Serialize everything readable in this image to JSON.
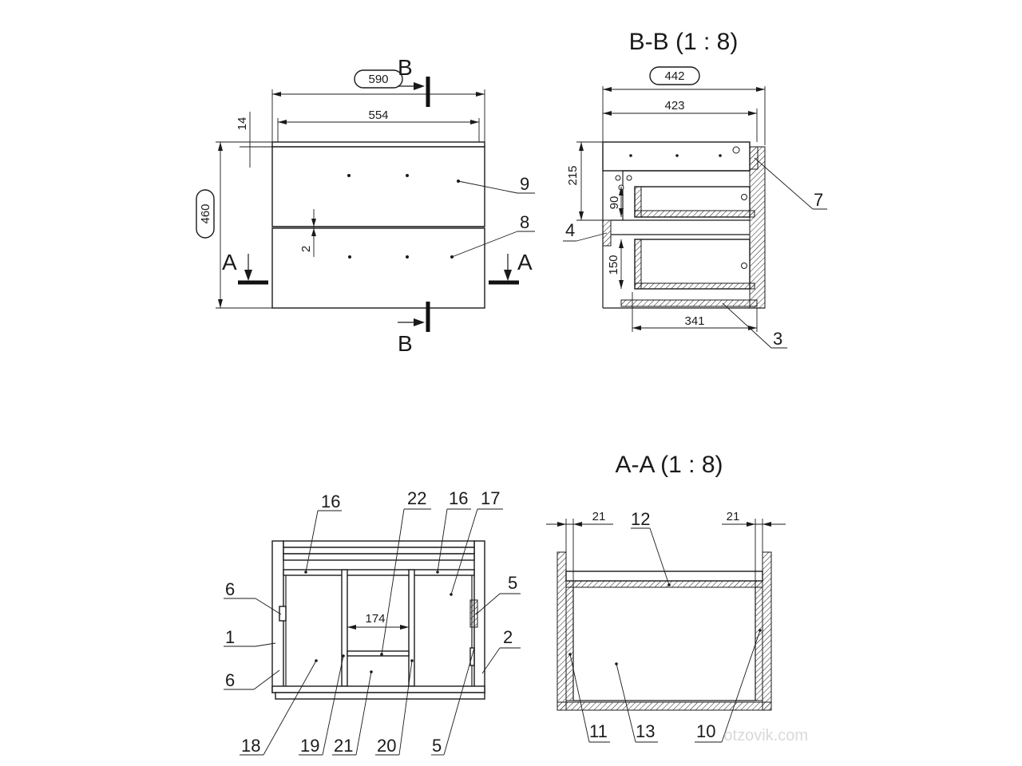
{
  "section_bb": {
    "title": "B-B (1 : 8)"
  },
  "section_aa": {
    "title": "A-A (1 : 8)"
  },
  "front_view": {
    "cut_b_top": "B",
    "cut_b_bottom": "B",
    "cut_a_left": "A",
    "cut_a_right": "A",
    "dim_overall_width": "590",
    "dim_inner_width": "554",
    "dim_top_gap": "14",
    "dim_height": "460",
    "dim_drawer_gap": "2",
    "label_drawer_top": "9",
    "label_drawer_bottom": "8"
  },
  "bb_view": {
    "dim_depth_total": "442",
    "dim_depth": "423",
    "dim_215": "215",
    "dim_90": "90",
    "dim_150": "150",
    "dim_341": "341",
    "label_7": "7",
    "label_4": "4",
    "label_3": "3"
  },
  "rear_view": {
    "label_16a": "16",
    "label_22": "22",
    "label_16b": "16",
    "label_17": "17",
    "label_6a": "6",
    "label_1": "1",
    "label_6b": "6",
    "label_5a": "5",
    "label_2": "2",
    "label_18": "18",
    "label_19": "19",
    "label_21": "21",
    "label_20": "20",
    "label_5b": "5",
    "dim_174": "174"
  },
  "aa_view": {
    "dim_21_left": "21",
    "dim_21_right": "21",
    "label_12": "12",
    "label_11": "11",
    "label_13": "13",
    "label_10": "10"
  },
  "watermark": "otzovik.com",
  "colors": {
    "line": "#1a1a1a",
    "hatch": "#1a1a1a",
    "background": "#ffffff",
    "watermark": "#d9d9d9"
  }
}
